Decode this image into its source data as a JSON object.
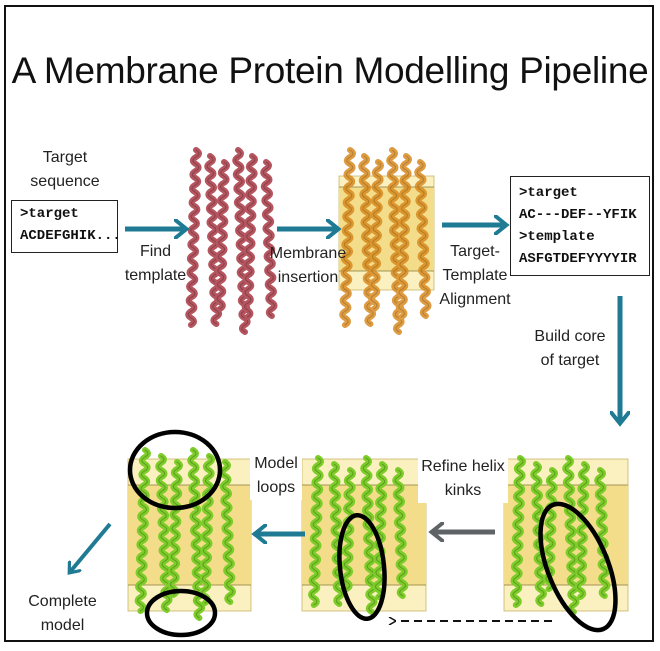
{
  "title": "A Membrane Protein Modelling Pipeline",
  "colors": {
    "arrow": "#1f7a94",
    "arrow_grey": "#5f6366",
    "template_protein": "#b5555f",
    "membrane_protein": "#d98a1f",
    "model_protein": "#7ccc2a",
    "membrane_band": "#f3dd8a",
    "membrane_edge": "#fbf0bf"
  },
  "steps": {
    "target_label": "Target sequence",
    "target_seq": {
      "line1": ">target",
      "line2": "ACDEFGHIK..."
    },
    "find_template": "Find template",
    "membrane_insertion": "Membrane insertion",
    "alignment_label": "Target- Template Alignment",
    "alignment": {
      "target_header": ">target",
      "target_seq": "AC---DEF--YFIK",
      "template_header": ">template",
      "template_seq": "ASFGTDEFYYYYIR"
    },
    "build_core": "Build core of target",
    "refine_kinks": "Refine helix kinks",
    "model_loops": "Model loops",
    "complete_model": "Complete model"
  }
}
